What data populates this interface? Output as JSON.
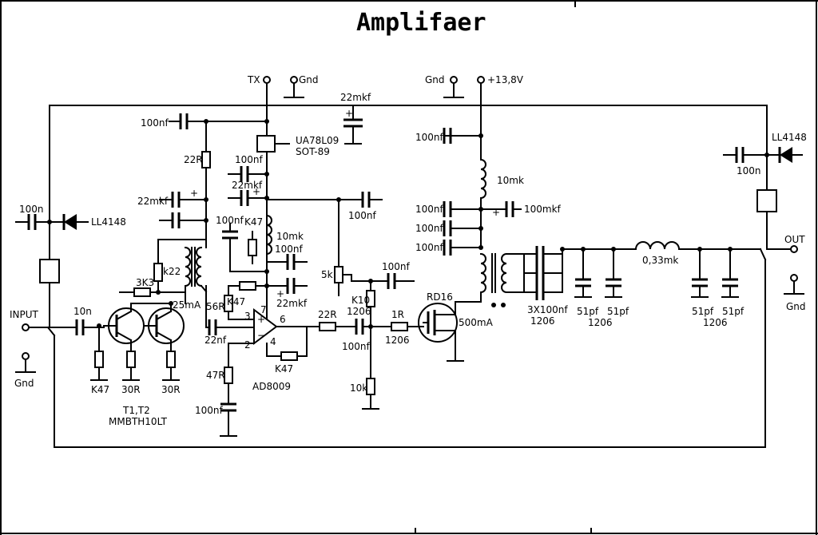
{
  "title": "Amplifaer",
  "labels": {
    "tx": "TX",
    "gnd_tx": "Gnd",
    "c_22mkf_top": "22mkf",
    "gnd_v": "Gnd",
    "vcc": "+13,8V",
    "c_100nf_a": "100nf",
    "r_22r_top": "22R",
    "reg": "UA78L09",
    "reg_pkg": "SOT-89",
    "c_100nf_b": "100nf",
    "c_22mkf_b": "22mkf",
    "c_22mkf_c": "22mkf",
    "c_100n_left": "100n",
    "diode_left": "LL4148",
    "c_100nf_c": "100nf",
    "r_k47_a": "K47",
    "l_10mk_a": "10mk",
    "c_100nf_d": "100nf",
    "c_100nf_e": "100nf",
    "r_k22": "k22",
    "r_3k3": "3K3",
    "i_25ma": "25mA",
    "r_56r": "56R",
    "r_k47_b": "K47",
    "c_22mkf_d": "22mkf",
    "pin7": "7",
    "pin3": "3",
    "pin6": "6",
    "pin2": "2",
    "pin4": "4",
    "c_22nf": "22nf",
    "r_22r_b": "22R",
    "r_k47_c": "K47",
    "opamp": "AD8009",
    "r_47r": "47R",
    "c_100nf_f": "100nf",
    "input": "INPUT",
    "c_10n": "10n",
    "gnd_in": "Gnd",
    "r_k47_d": "K47",
    "r_30r_a": "30R",
    "r_30r_b": "30R",
    "transistors": "T1,T2",
    "transistor_pn": "MMBTH10LT",
    "pot_5k": "5k",
    "c_100nf_g": "100nf",
    "r_k10": "K10",
    "pkg_1206_a": "1206",
    "c_100nf_h": "100nf",
    "r_1r": "1R",
    "pkg_1206_b": "1206",
    "r_10k": "10k",
    "fet": "RD16",
    "i_500ma": "500mA",
    "c_100nf_i": "100nf",
    "l_10mk_b": "10mk",
    "c_100nf_j": "100nf",
    "c_100mkf": "100mkf",
    "c_100nf_k": "100nf",
    "c_100nf_l": "100nf",
    "c_3x100nf": "3X100nf",
    "pkg_1206_c": "1206",
    "c_51pf_a": "51pf",
    "c_51pf_b": "51pf",
    "pkg_1206_d": "1206",
    "l_033mk": "0,33mk",
    "c_51pf_c": "51pf",
    "c_51pf_d": "51pf",
    "pkg_1206_e": "1206",
    "c_100n_right": "100n",
    "diode_right": "LL4148",
    "out": "OUT",
    "gnd_out": "Gnd"
  }
}
